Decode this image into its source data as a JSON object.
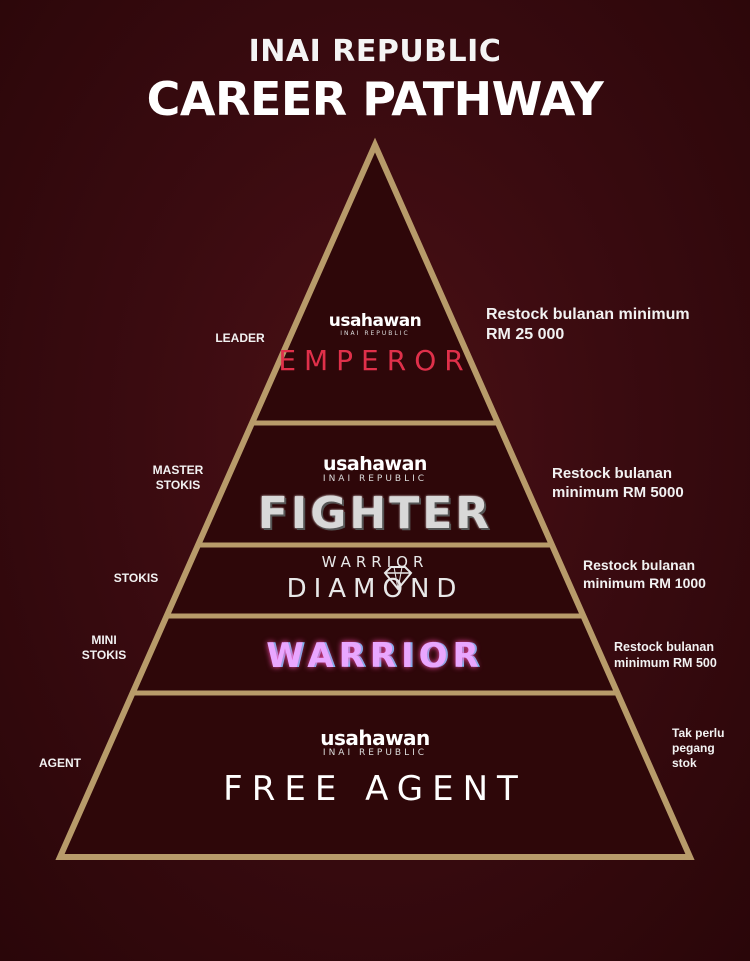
{
  "header": {
    "subtitle": "INAI REPUBLIC",
    "title": "CAREER PATHWAY"
  },
  "tiers": [
    {
      "level": "LEADER",
      "brand_top": "usahawan",
      "brand_sub": "INAI REPUBLIC",
      "name": "EMPEROR",
      "requirement": "Restock bulanan minimum RM 25 000"
    },
    {
      "level": "MASTER STOKIS",
      "brand_top": "usahawan",
      "brand_sub": "INAI REPUBLIC",
      "name": "FIGHTER",
      "requirement": "Restock bulanan minimum RM 5000"
    },
    {
      "level": "STOKIS",
      "name_top": "WARRIOR",
      "name": "DIAMOND",
      "requirement": "Restock bulanan minimum RM 1000"
    },
    {
      "level": "MINI STOKIS",
      "name": "WARRIOR",
      "requirement": "Restock bulanan minimum RM 500"
    },
    {
      "level": "AGENT",
      "brand_top": "usahawan",
      "brand_sub": "INAI REPUBLIC",
      "name": "FREE AGENT",
      "requirement": "Tak perlu pegang stok"
    }
  ],
  "colors": {
    "background": "#3a0b10",
    "frame": "#b89b6a",
    "emperor": "#e0304a",
    "fighter": "#d8d8d8"
  }
}
